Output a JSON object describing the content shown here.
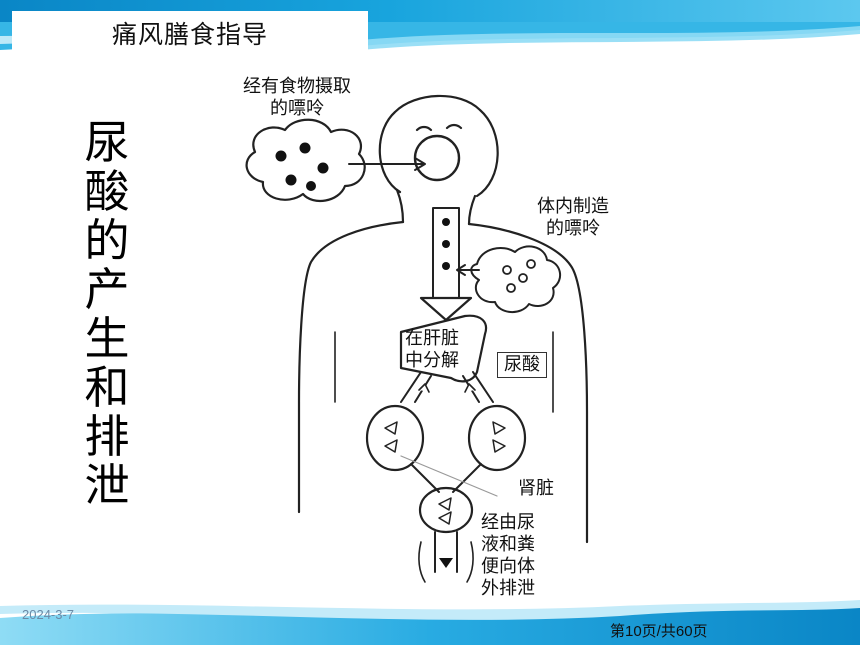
{
  "slide": {
    "title": "痛风膳食指导",
    "vertical_title": [
      "尿",
      "酸",
      "的",
      "产",
      "生",
      "和",
      "排",
      "泄"
    ],
    "footer": {
      "date": "2024-3-7",
      "page": "第10页/共60页"
    },
    "colors": {
      "band_dark": "#0a8fd0",
      "band_light": "#6fd0f0",
      "accent": "#1aa8e0"
    }
  },
  "diagram": {
    "dietary_purine": [
      "经有食物摄取",
      "的嘌呤"
    ],
    "internal_purine": [
      "体内制造",
      "的嘌呤"
    ],
    "liver": [
      "在肝脏",
      "中分解"
    ],
    "uric_acid": "尿酸",
    "kidney": "肾脏",
    "excretion": [
      "经由尿",
      "液和粪",
      "便向体",
      "外排泄"
    ]
  }
}
